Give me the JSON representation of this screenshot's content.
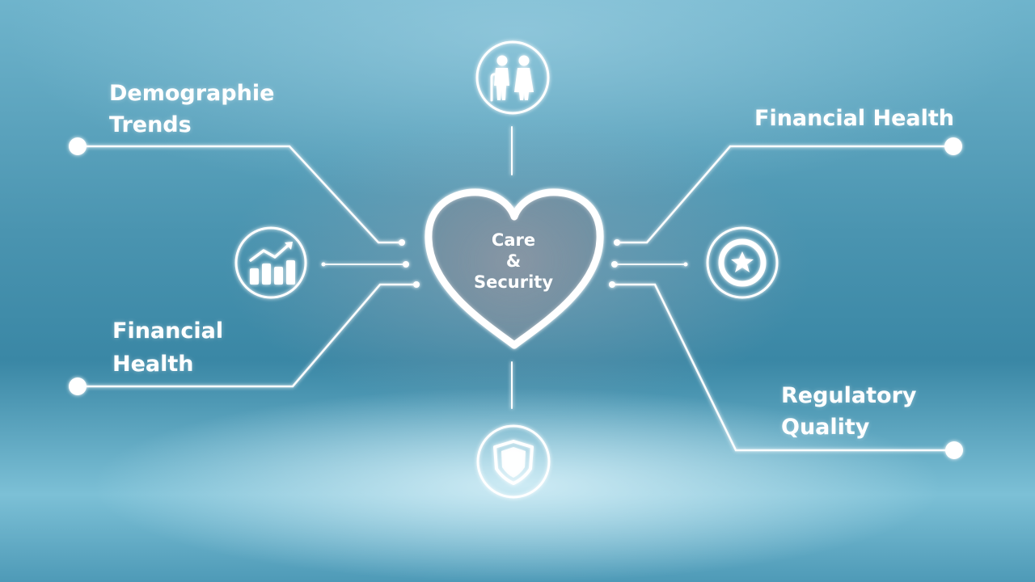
{
  "center": {
    "line1": "Care",
    "line2": "&",
    "line3": "Security"
  },
  "labels": {
    "top_left": [
      "Demographie",
      "Trends"
    ],
    "top_right": [
      "Financial Health"
    ],
    "bottom_left": [
      "Financial",
      "Health"
    ],
    "bottom_right": [
      "Regulatory",
      "Quality"
    ]
  },
  "icons": {
    "top": "elderly-people-icon",
    "left": "growth-chart-icon",
    "right": "star-badge-icon",
    "bottom": "shield-icon",
    "center": "heart-icon"
  },
  "colors": {
    "line": "#ffffff",
    "background_top": "#6fb4cc",
    "background_mid": "#3a87a5",
    "glow": "#d7f0f8"
  }
}
